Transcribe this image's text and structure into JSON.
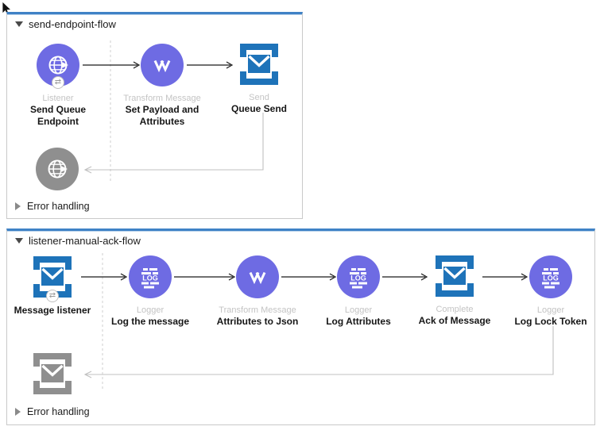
{
  "colors": {
    "node_purple": "#6e6be3",
    "node_blue": "#1e73b9",
    "node_gray": "#8f8f8f",
    "caption_gray": "#c4c4c4",
    "flow_border_top": "#3f82c6",
    "flow_border": "#c9c9c9",
    "error_wire": "#b8b8b8",
    "arrow": "#1a1a1a"
  },
  "icons": {
    "logger_text": "LOG",
    "badge_glyph": "⇄"
  },
  "flows": [
    {
      "title": "send-endpoint-flow",
      "error_handling_label": "Error handling",
      "steps": [
        {
          "type": "listener",
          "caption": "Listener",
          "label": "Send Queue Endpoint"
        },
        {
          "type": "transform",
          "caption": "Transform Message",
          "label": "Set Payload and Attributes"
        },
        {
          "type": "send",
          "caption": "Send",
          "label": "Queue Send"
        },
        {
          "type": "error-listener",
          "caption": "",
          "label": ""
        }
      ]
    },
    {
      "title": "listener-manual-ack-flow",
      "error_handling_label": "Error handling",
      "steps": [
        {
          "type": "message-listener",
          "caption": "",
          "label": "Message listener"
        },
        {
          "type": "logger",
          "caption": "Logger",
          "label": "Log the message"
        },
        {
          "type": "transform",
          "caption": "Transform Message",
          "label": "Attributes to Json"
        },
        {
          "type": "logger",
          "caption": "Logger",
          "label": "Log Attributes"
        },
        {
          "type": "complete",
          "caption": "Complete",
          "label": "Ack of Message"
        },
        {
          "type": "logger",
          "caption": "Logger",
          "label": "Log Lock Token"
        },
        {
          "type": "error-complete",
          "caption": "",
          "label": ""
        }
      ]
    }
  ]
}
